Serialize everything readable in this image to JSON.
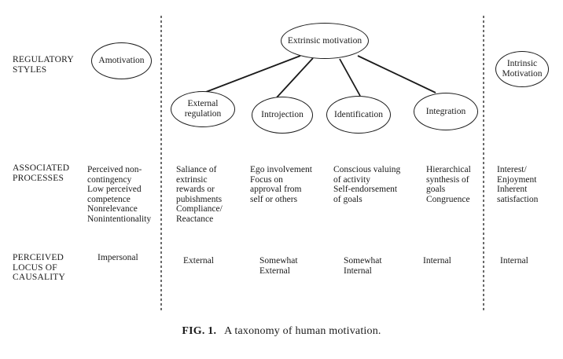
{
  "row_labels": {
    "regulatory_styles": "REGULATORY\nSTYLES",
    "associated_processes": "ASSOCIATED\nPROCESSES",
    "perceived_locus": "PERCEIVED\nLOCUS OF\nCAUSALITY"
  },
  "styles": {
    "amotivation": "Amotivation",
    "extrinsic": "Extrinsic motivation",
    "external_regulation": "External\nregulation",
    "introjection": "Introjection",
    "identification": "Identification",
    "integration": "Integration",
    "intrinsic": "Intrinsic\nMotivation"
  },
  "processes": {
    "amotivation": "Perceived non-\n  contingency\nLow perceived\n  competence\nNonrelevance\nNonintentionality",
    "external_regulation": "Saliance of\n  extrinsic\n  rewards or\n  pubishments\nCompliance/\nReactance",
    "introjection": "Ego involvement\nFocus on\n  approval from\n  self or others",
    "identification": "Conscious valuing\n  of activity\nSelf-endorsement\nof goals",
    "integration": "Hierarchical\nsynthesis of\ngoals\nCongruence",
    "intrinsic": "Interest/\n  Enjoyment\nInherent\n  satisfaction"
  },
  "locus": {
    "amotivation": "Impersonal",
    "external_regulation": "External",
    "introjection": "Somewhat\nExternal",
    "identification": "Somewhat\nInternal",
    "integration": "Internal",
    "intrinsic": "Internal"
  },
  "caption": {
    "label": "FIG. 1.",
    "text": "A taxonomy of human motivation."
  }
}
